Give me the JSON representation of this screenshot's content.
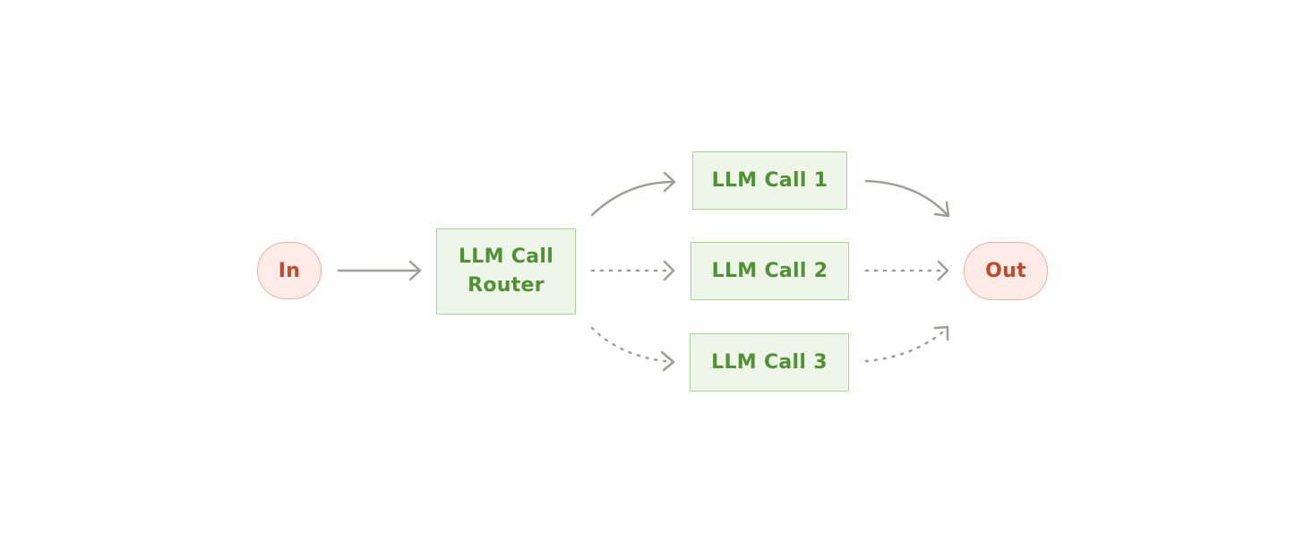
{
  "colors": {
    "terminal_fill": "#fcebe6",
    "terminal_border": "#eeb3a3",
    "terminal_text": "#c5482c",
    "llm_fill": "#eef5e9",
    "llm_border": "#a8d494",
    "llm_text": "#4f9233",
    "edge": "#9e9d99",
    "background": "#ffffff"
  },
  "nodes": {
    "input": {
      "label": "In"
    },
    "router": {
      "line1": "LLM Call",
      "line2": "Router"
    },
    "call1": {
      "label": "LLM Call 1"
    },
    "call2": {
      "label": "LLM Call 2"
    },
    "call3": {
      "label": "LLM Call 3"
    },
    "output": {
      "label": "Out"
    }
  },
  "edges": [
    {
      "from": "input",
      "to": "router",
      "style": "solid"
    },
    {
      "from": "router",
      "to": "call1",
      "style": "solid"
    },
    {
      "from": "router",
      "to": "call2",
      "style": "dotted"
    },
    {
      "from": "router",
      "to": "call3",
      "style": "dotted"
    },
    {
      "from": "call1",
      "to": "output",
      "style": "solid"
    },
    {
      "from": "call2",
      "to": "output",
      "style": "dotted"
    },
    {
      "from": "call3",
      "to": "output",
      "style": "dotted"
    }
  ]
}
